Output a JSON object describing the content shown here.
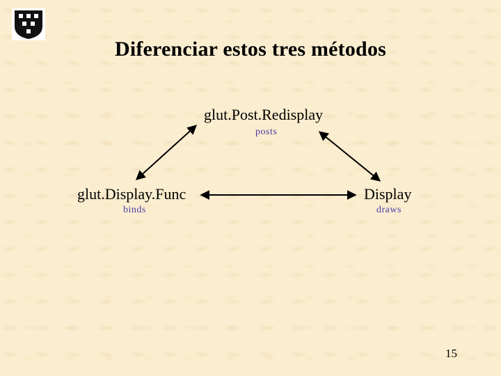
{
  "slide": {
    "title": "Diferenciar estos tres métodos",
    "page_number": "15"
  },
  "nodes": {
    "post_redisplay": {
      "label": "glut.Post.Redisplay",
      "caption": "posts"
    },
    "display_func": {
      "label": "glut.Display.Func",
      "caption": "binds"
    },
    "display": {
      "label": "Display",
      "caption": "draws"
    }
  },
  "colors": {
    "background": "#fbeed0",
    "caption_text": "#4a3aa0",
    "text": "#000000"
  },
  "icons": {
    "logo": "university-logo"
  }
}
